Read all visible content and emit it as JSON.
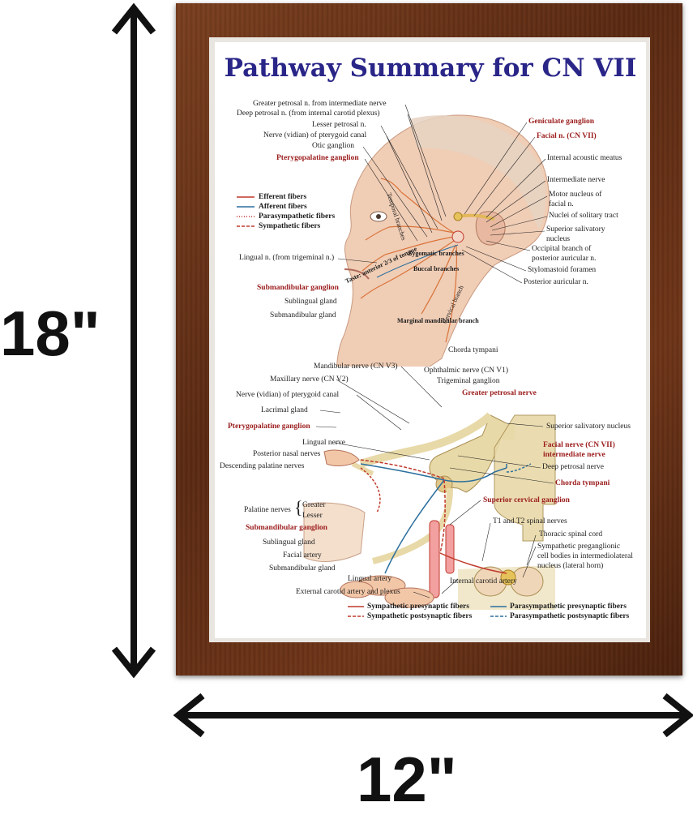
{
  "dimensions": {
    "height_label": "18\"",
    "width_label": "12\""
  },
  "poster": {
    "title": "Pathway Summary for CN VII",
    "head_labels": {
      "greater_petrosal_top": "Greater petrosal n. from intermediate nerve",
      "deep_petrosal_top": "Deep petrosal n. (from internal carotid plexus)",
      "lesser_petrosal": "Lesser petrosal n.",
      "nerve_pterygoid_canal_top": "Nerve (vidian) of pterygoid canal",
      "otic_ganglion": "Otic ganglion",
      "pterygopalatine_ganglion_top": "Pterygopalatine ganglion",
      "lingual_trigeminal": "Lingual n. (from trigeminal n.)",
      "submandibular_ganglion_top": "Submandibular ganglion",
      "sublingual_gland_top": "Sublingual gland",
      "submandibular_gland_top": "Submandibular gland",
      "geniculate_ganglion": "Geniculate ganglion",
      "facial_n": "Facial n. (CN VII)",
      "internal_acoustic_meatus": "Internal acoustic meatus",
      "intermediate_nerve": "Intermediate nerve",
      "motor_nucleus_1": "Motor nucleus of",
      "motor_nucleus_2": "facial n.",
      "nuclei_solitary": "Nuclei of solitary tract",
      "superior_salivatory_1": "Superior salivatory",
      "superior_salivatory_2": "nucleus",
      "occipital_branch_1": "Occipital branch of",
      "occipital_branch_2": "posterior auricular n.",
      "stylomastoid": "Stylomastoid foramen",
      "posterior_auricular": "Posterior auricular n.",
      "chorda_tympani_top": "Chorda tympani",
      "temporal_branches": "Temporal branches",
      "zygomatic_branches": "Zygomatic branches",
      "buccal_branches": "Buccal branches",
      "taste_anterior": "Taste: anterior 2/3 of tongue",
      "cervical_branch": "Cervical branch",
      "marginal_mandibular": "Marginal mandibular branch"
    },
    "legend_top": [
      {
        "label": "Efferent fibers",
        "color": "#c0392b",
        "style": "solid"
      },
      {
        "label": "Afferent fibers",
        "color": "#2b6f9e",
        "style": "solid"
      },
      {
        "label": "Parasympathetic fibers",
        "color": "#c0392b",
        "style": "dotted"
      },
      {
        "label": "Sympathetic fibers",
        "color": "#c0392b",
        "style": "dashed"
      }
    ],
    "bottom_labels": {
      "mandibular_nerve": "Mandibular nerve (CN V3)",
      "ophthalmic_nerve": "Ophthalmic nerve (CN V1)",
      "maxillary_nerve": "Maxillary nerve (CN V2)",
      "trigeminal_ganglion": "Trigeminal ganglion",
      "nerve_pterygoid_canal": "Nerve (vidian) of pterygoid canal",
      "greater_petrosal_nerve": "Greater petrosal nerve",
      "lacrimal_gland": "Lacrimal gland",
      "pterygopalatine_ganglion": "Pterygopalatine ganglion",
      "superior_salivatory_nucleus": "Superior salivatory nucleus",
      "lingual_nerve": "Lingual nerve",
      "facial_nerve_1": "Facial nerve (CN VII)",
      "facial_nerve_2": "intermediate nerve",
      "posterior_nasal_nerves": "Posterior nasal nerves",
      "descending_palatine": "Descending palatine nerves",
      "deep_petrosal_nerve": "Deep petrosal nerve",
      "chorda_tympani": "Chorda tympani",
      "superior_cervical_ganglion": "Superior cervical ganglion",
      "palatine_nerves": "Palatine nerves",
      "greater": "Greater",
      "lesser": "Lesser",
      "t1_t2": "T1 and T2 spinal nerves",
      "submandibular_ganglion": "Submandibular ganglion",
      "thoracic_spinal_cord": "Thoracic spinal cord",
      "sublingual_gland": "Sublingual gland",
      "sympathetic_preganglionic_1": "Sympathetic preganglionic",
      "sympathetic_preganglionic_2": "cell bodies in intermediolateral",
      "sympathetic_preganglionic_3": "nucleus (lateral horn)",
      "facial_artery": "Facial artery",
      "submandibular_gland": "Submandibular gland",
      "lingual_artery": "Lingual artery",
      "internal_carotid": "Internal carotid artery",
      "external_carotid": "External carotid artery and plexus"
    },
    "legend_bottom": [
      {
        "label": "Sympathetic presynaptic fibers",
        "color": "#c0392b",
        "style": "solid"
      },
      {
        "label": "Sympathetic postsynaptic fibers",
        "color": "#c0392b",
        "style": "dashed"
      },
      {
        "label": "Parasympathetic presynaptic fibers",
        "color": "#2b6f9e",
        "style": "solid"
      },
      {
        "label": "Parasympathetic postsynaptic fibers",
        "color": "#2b6f9e",
        "style": "dashed"
      }
    ]
  },
  "colors": {
    "frame": "#6b3418",
    "title": "#2a2688",
    "efferent": "#c0392b",
    "afferent": "#2b6f9e"
  }
}
